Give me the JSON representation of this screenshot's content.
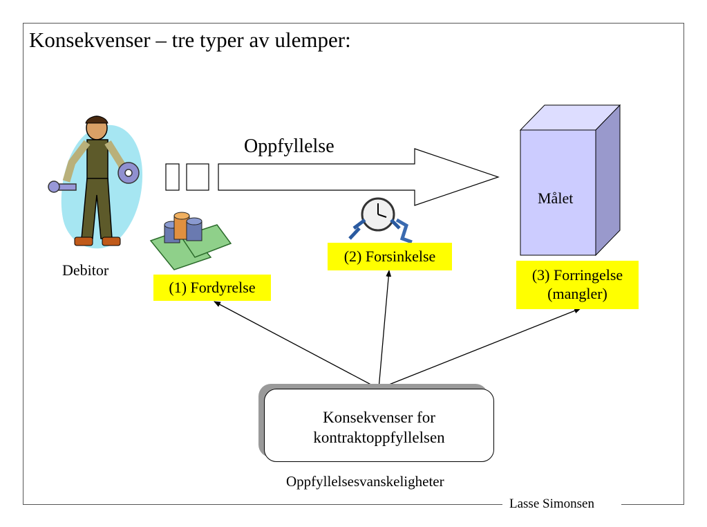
{
  "title": "Konsekvenser – tre typer av ulemper:",
  "arrow_label": "Oppfyllelse",
  "debitor_label": "Debitor",
  "target_label": "Målet",
  "consequences": [
    {
      "label": "(1) Fordyrelse"
    },
    {
      "label": "(2) Forsinkelse"
    },
    {
      "line1": "(3) Forringelse",
      "line2": "(mangler)"
    }
  ],
  "center_box": {
    "line1": "Konsekvenser for",
    "line2": "kontraktoppfyllelsen"
  },
  "center_caption": "Oppfyllelsesvanskeligheter",
  "footer": "Lasse Simonsen",
  "colors": {
    "highlight": "#ffff00",
    "cube_front": "#ccccff",
    "cube_side": "#9999cc",
    "backdrop": "#a6e6f2"
  },
  "icons": [
    "worker-clipart-icon",
    "money-clipart-icon",
    "clock-runner-clipart-icon"
  ]
}
